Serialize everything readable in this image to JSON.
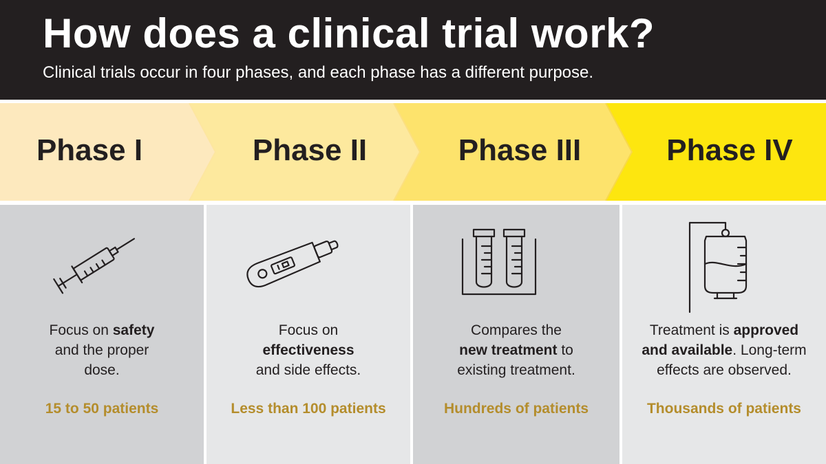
{
  "header": {
    "title": "How does a clinical trial work?",
    "subtitle": "Clinical trials occur in four phases, and each phase has a different purpose."
  },
  "colors": {
    "header_bg": "#231f20",
    "phase1": "#fde9be",
    "phase2": "#fde99e",
    "phase3": "#fde36c",
    "phase4": "#fde60f",
    "panel_dark": "#d1d2d4",
    "panel_light": "#e6e7e8",
    "count_gold": "#b48d2c"
  },
  "phases": [
    {
      "label": "Phase I",
      "icon": "syringe-icon",
      "desc": {
        "pre": "Focus on ",
        "bold": "safety",
        "post": " and the proper dose."
      },
      "count": "15 to 50 patients"
    },
    {
      "label": "Phase II",
      "icon": "thermometer-icon",
      "desc": {
        "pre": "Focus on ",
        "bold": "effectiveness",
        "post": " and side effects."
      },
      "count": "Less than 100 patients"
    },
    {
      "label": "Phase III",
      "icon": "test-tubes-icon",
      "desc": {
        "pre": "Compares the ",
        "bold": "new treatment",
        "post": " to existing treatment."
      },
      "count": "Hundreds of patients"
    },
    {
      "label": "Phase IV",
      "icon": "iv-bag-icon",
      "desc": {
        "pre": "Treatment is ",
        "bold": "approved and available",
        "post": ". Long-term effects are observed."
      },
      "count": "Thousands of patients"
    }
  ]
}
